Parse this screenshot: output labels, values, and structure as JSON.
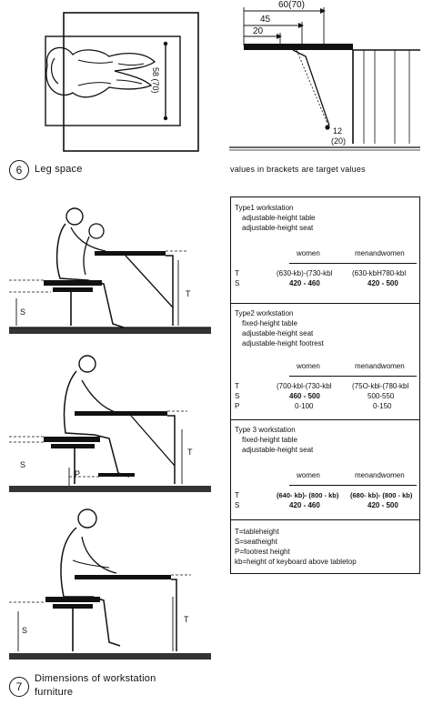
{
  "figure6": {
    "number": "6",
    "caption": "Leg space",
    "vertical_dim": "58 (70)",
    "dim_top": "60(70)",
    "dim_mid": "45",
    "dim_small": "20",
    "dim_bottom_a": "12",
    "dim_bottom_b": "(20)",
    "note": "values in brackets are target values"
  },
  "figure7": {
    "number": "7",
    "caption_line1": "Dimensions of workstation",
    "caption_line2": "furniture",
    "fig_labels": {
      "T": "T",
      "S": "S",
      "P": "P"
    }
  },
  "table": {
    "type1": {
      "title": "Type1 workstation",
      "line1": "adjustable-height table",
      "line2": "adjustable-height seat",
      "col_women": "women",
      "col_men": "menandwomen",
      "rows": [
        {
          "label": "T",
          "women": "(630-kb)-(730-kbl",
          "men": "(630-kbH780-kbl"
        },
        {
          "label": "S",
          "women": "420 - 460",
          "men": "420 - 500"
        }
      ]
    },
    "type2": {
      "title": "Type2 workstation",
      "line1": "fixed-height table",
      "line2": "adjustable-height seat",
      "line3": "adjustable-height footrest",
      "col_women": "women",
      "col_men": "menandwomen",
      "rows": [
        {
          "label": "T",
          "women": "(700-kbl-(730-kbl",
          "men": "(75O-kbl-(780-kbl"
        },
        {
          "label": "S",
          "women": "460 - 500",
          "men": "500-550"
        },
        {
          "label": "P",
          "women": "0-100",
          "men": "0-150"
        }
      ]
    },
    "type3": {
      "title": "Type 3 workstation",
      "line1": "fixed-height table",
      "line2": "adjustable-height seat",
      "col_women": "women",
      "col_men": "menandwomen",
      "rows": [
        {
          "label": "T",
          "women": "(640- kb)- (800 - kb)",
          "men": "(680- kb)- (800 - kb)"
        },
        {
          "label": "S",
          "women": "420 - 460",
          "men": "420 - 500"
        }
      ]
    },
    "legend": {
      "l1": "T=tableheight",
      "l2": "S=seatheight",
      "l3": "P=footrest height",
      "l4": "kb=height of keyboard above tabletop"
    }
  }
}
